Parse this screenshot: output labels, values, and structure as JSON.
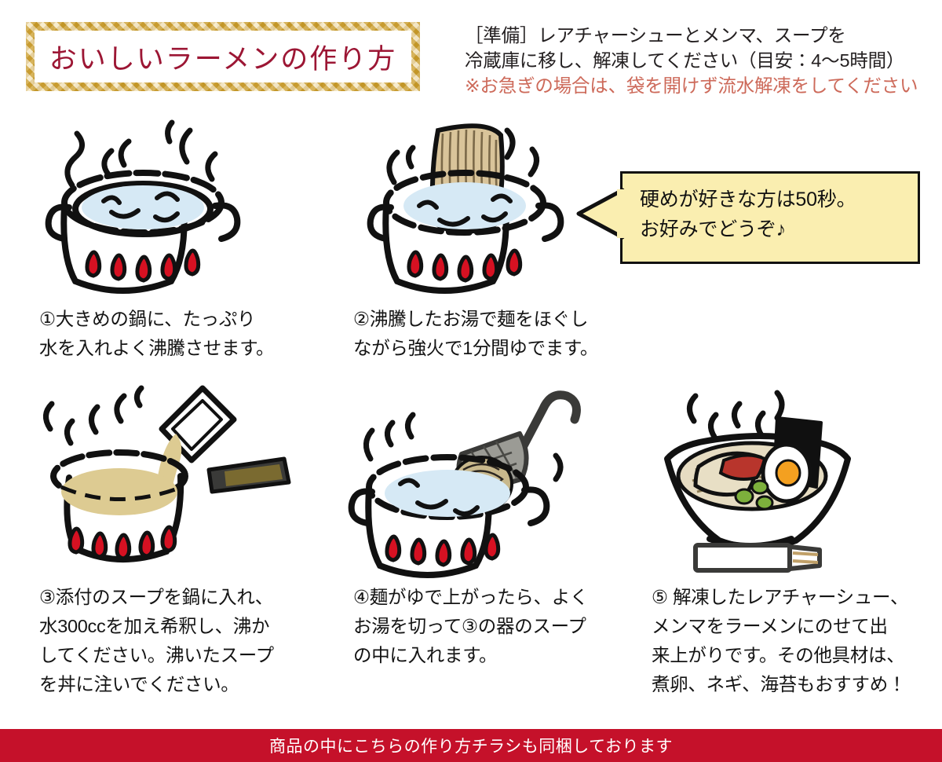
{
  "header": {
    "title": "おいしいラーメンの作り方",
    "title_color": "#9c1634",
    "border_color": "#d9ab35",
    "prep_lines": [
      {
        "text": "［準備］レアチャーシューとメンマ、スープを",
        "color": "#231f20",
        "is_note": false
      },
      {
        "text": "冷蔵庫に移し、解凍してください（目安：4〜5時間）",
        "color": "#231f20",
        "is_note": false
      },
      {
        "text": "※お急ぎの場合は、袋を開けず流水解凍をしてください",
        "color": "#cd6a5a",
        "is_note": true
      }
    ]
  },
  "callout": {
    "lines": [
      "硬めが好きな方は50秒。",
      "お好みでどうぞ♪"
    ],
    "fill_color": "#faeeb0",
    "border_color": "#111111",
    "points_to": "step-2-pot"
  },
  "steps": [
    {
      "number": "①",
      "art": "pot-boiling-water",
      "caption_lines": [
        "①大きめの鍋に、たっぷり",
        "水を入れよく沸騰させます。"
      ]
    },
    {
      "number": "②",
      "art": "pot-with-noodle-block",
      "caption_lines": [
        "②沸騰したお湯で麺をほぐし",
        "ながら強火で1分間ゆでます。"
      ]
    },
    {
      "number": "③",
      "art": "saucepan-pouring-soup",
      "caption_lines": [
        "③添付のスープを鍋に入れ、",
        "水300ccを加え希釈し、沸か",
        "してください。沸いたスープ",
        "を丼に注いでください。"
      ]
    },
    {
      "number": "④",
      "art": "pot-with-noodle-strainer",
      "caption_lines": [
        "④麺がゆで上がったら、よく",
        "お湯を切って③の器のスープ",
        "の中に入れます。"
      ]
    },
    {
      "number": "⑤",
      "art": "finished-ramen-bowl",
      "caption_lines": [
        "⑤ 解凍したレアチャーシュー、",
        "メンマをラーメンにのせて出",
        "来上がりです。その他具材は、",
        "煮卵、ネギ、海苔もおすすめ！"
      ]
    }
  ],
  "banner": {
    "text": "商品の中にこちらの作り方チラシも同梱しております",
    "background_color": "#c5112a",
    "text_color": "#ffffff"
  },
  "palette": {
    "water": "#d6e9f5",
    "flame": "#d61122",
    "noodle": "#d9c49a",
    "soup": "#ddcb92",
    "handle": "#7a6a30",
    "nori": "#101010",
    "yolk": "#f4a020",
    "scallion": "#7db03c",
    "chashu": "#b8352c",
    "ink": "#111111"
  }
}
